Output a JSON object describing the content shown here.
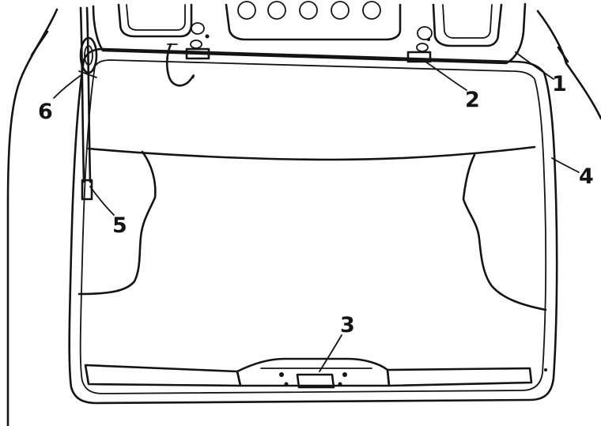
{
  "callouts": [
    {
      "id": "1",
      "label": "1"
    },
    {
      "id": "2",
      "label": "2"
    },
    {
      "id": "3",
      "label": "3"
    },
    {
      "id": "4",
      "label": "4"
    },
    {
      "id": "5",
      "label": "5"
    },
    {
      "id": "6",
      "label": "6"
    }
  ],
  "colors": {
    "ink": "#141414",
    "paper": "#ffffff"
  }
}
